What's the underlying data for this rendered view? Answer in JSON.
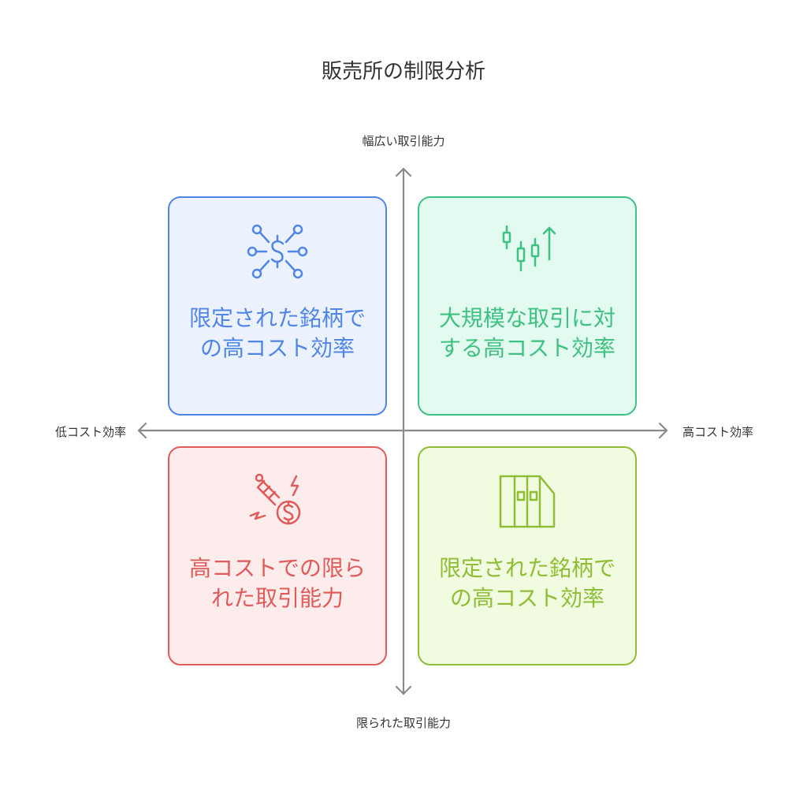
{
  "title": "販売所の制限分析",
  "axes": {
    "top": "幅広い取引能力",
    "bottom": "限られた取引能力",
    "left": "低コスト効率",
    "right": "高コスト効率"
  },
  "quadrants": {
    "top_left": {
      "label": "限定された銘柄での高コスト効率",
      "icon": "network-dollar-icon",
      "color": "#4f86e6"
    },
    "top_right": {
      "label": "大規模な取引に対する高コスト効率",
      "icon": "candlestick-chart-icon",
      "color": "#3fc181"
    },
    "bottom_left": {
      "label": "高コストでの限られた取引能力",
      "icon": "cost-spike-icon",
      "color": "#e05a5a"
    },
    "bottom_right": {
      "label": "限定された銘柄での高コスト効率",
      "icon": "book-columns-icon",
      "color": "#8fbd36"
    }
  },
  "axis_color": "#8a8a8a"
}
